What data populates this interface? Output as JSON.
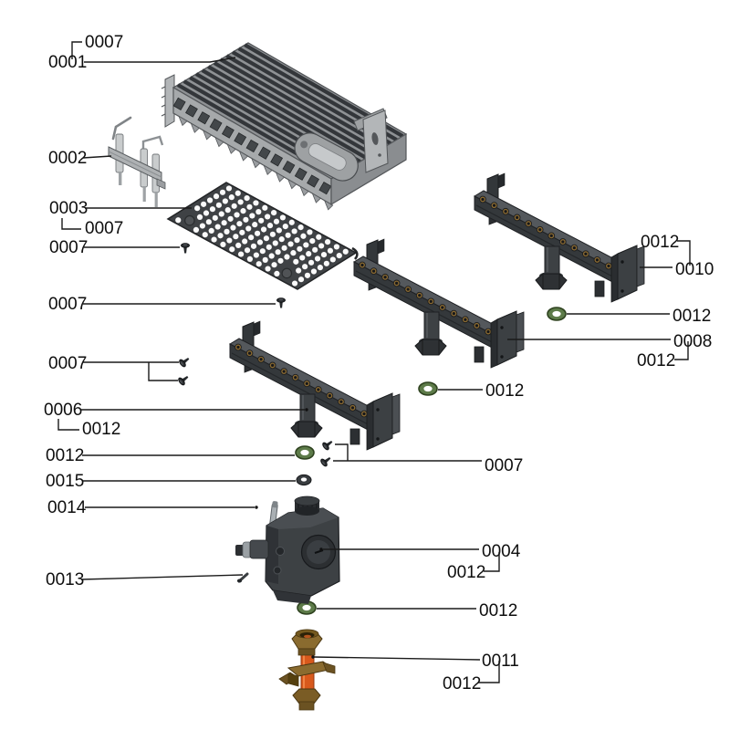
{
  "document": {
    "type": "exploded-parts-diagram",
    "background_color": "#ffffff",
    "line_color": "#1a1a1a"
  },
  "colors": {
    "part_gray": "#9a9da0",
    "part_dark": "#3a3d40",
    "oring_green": "#5d7b49",
    "copper_orange": "#d8591c",
    "brass": "#8a6b2f"
  },
  "parts": [
    {
      "number": "0001",
      "depicts": "finned-burner-assembly"
    },
    {
      "number": "0002",
      "depicts": "ignition-electrode"
    },
    {
      "number": "0003",
      "depicts": "perforated-burner-plate"
    },
    {
      "number": "0004",
      "depicts": "gas-valve"
    },
    {
      "number": "0006",
      "depicts": "burner-manifold-rail"
    },
    {
      "number": "0007",
      "depicts": "screw"
    },
    {
      "number": "0008",
      "depicts": "burner-manifold-rail"
    },
    {
      "number": "0010",
      "depicts": "burner-manifold-rail"
    },
    {
      "number": "0011",
      "depicts": "gas-pipe-assembly"
    },
    {
      "number": "0012",
      "depicts": "o-ring-seal"
    },
    {
      "number": "0013",
      "depicts": "pin"
    },
    {
      "number": "0014",
      "depicts": "sensor-rod"
    },
    {
      "number": "0015",
      "depicts": "washer"
    }
  ],
  "callouts": [
    {
      "part": "0007"
    },
    {
      "part": "0001"
    },
    {
      "part": "0002"
    },
    {
      "part": "0003"
    },
    {
      "part": "0007"
    },
    {
      "part": "0007"
    },
    {
      "part": "0007"
    },
    {
      "part": "0007"
    },
    {
      "part": "0006"
    },
    {
      "part": "0012"
    },
    {
      "part": "0012"
    },
    {
      "part": "0015"
    },
    {
      "part": "0014"
    },
    {
      "part": "0013"
    },
    {
      "part": "0012"
    },
    {
      "part": "0010"
    },
    {
      "part": "0012"
    },
    {
      "part": "0008"
    },
    {
      "part": "0012"
    },
    {
      "part": "0012"
    },
    {
      "part": "0007"
    },
    {
      "part": "0004"
    },
    {
      "part": "0012"
    },
    {
      "part": "0012"
    },
    {
      "part": "0011"
    },
    {
      "part": "0012"
    }
  ]
}
